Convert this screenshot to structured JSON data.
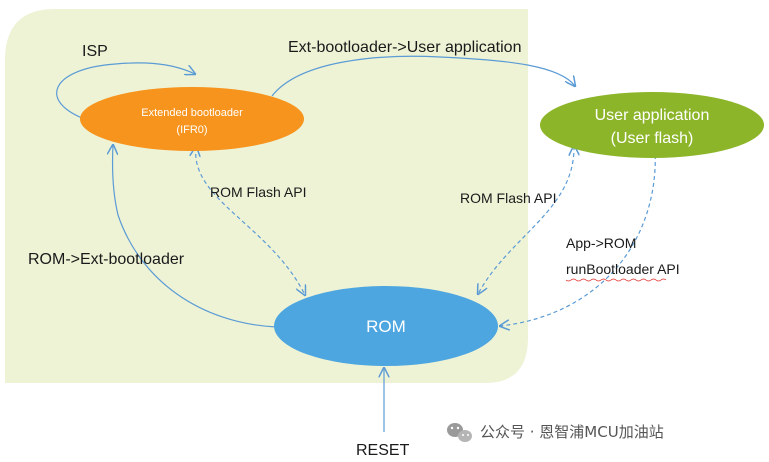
{
  "colors": {
    "region_fill": "#eef3d6",
    "bootloader_node": "#f7941d",
    "user_app_node": "#8db52a",
    "rom_node": "#4ea6e0",
    "arrow": "#5b9bd5",
    "node_text": "#ffffff",
    "label_text": "#1a1a1a",
    "spellcheck_underline": "#e0302a"
  },
  "nodes": {
    "ext_bootloader": {
      "line1": "Extended bootloader",
      "line2": "(IFR0)"
    },
    "user_application": {
      "line1": "User application",
      "line2": "(User flash)"
    },
    "rom": {
      "label": "ROM"
    }
  },
  "labels": {
    "isp": "ISP",
    "ext_to_user": "Ext-bootloader->User application",
    "rom_flash_api_left": "ROM Flash API",
    "rom_flash_api_right": "ROM Flash API",
    "rom_to_ext": "ROM->Ext-bootloader",
    "app_to_rom_line1": "App->ROM",
    "app_to_rom_line2": "runBootloader API",
    "reset": "RESET"
  },
  "watermark": {
    "text": "公众号 · 恩智浦MCU加油站",
    "icon": "wechat-icon"
  }
}
